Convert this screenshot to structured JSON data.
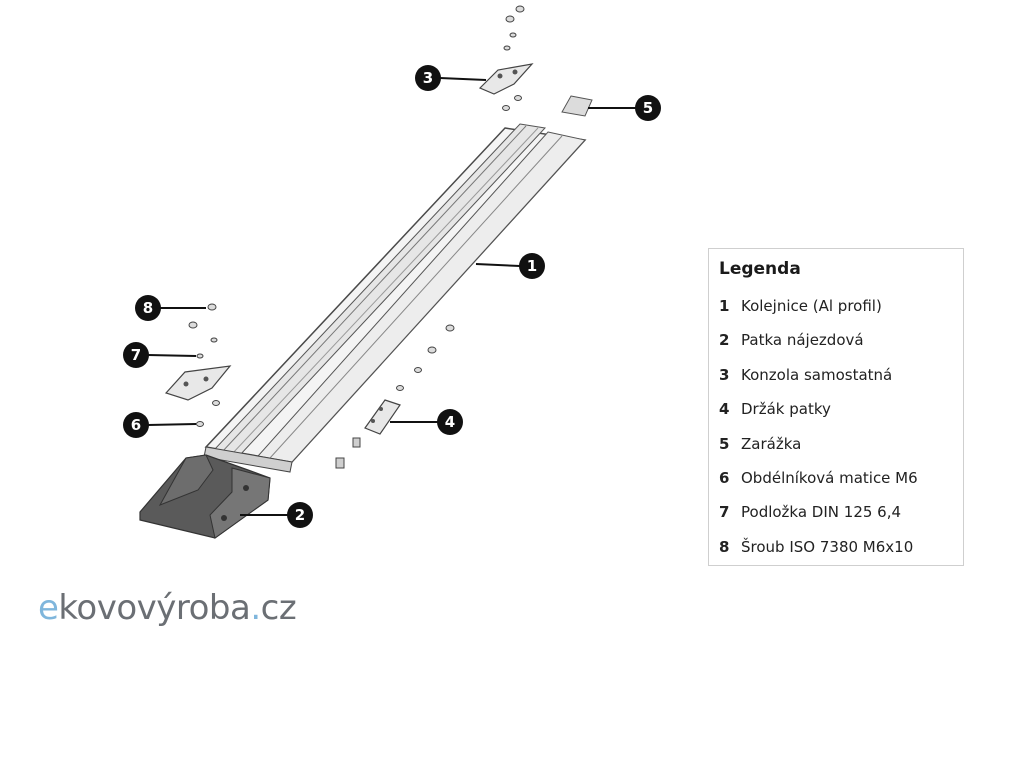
{
  "callouts": [
    "1",
    "2",
    "3",
    "4",
    "5",
    "6",
    "7",
    "8"
  ],
  "legend": {
    "title": "Legenda",
    "items": [
      {
        "num": "1",
        "label": "Kolejnice (Al profil)"
      },
      {
        "num": "2",
        "label": "Patka nájezdová"
      },
      {
        "num": "3",
        "label": "Konzola samostatná"
      },
      {
        "num": "4",
        "label": "Držák patky"
      },
      {
        "num": "5",
        "label": "Zarážka"
      },
      {
        "num": "6",
        "label": "Obdélníková matice M6"
      },
      {
        "num": "7",
        "label": "Podložka DIN 125 6,4"
      },
      {
        "num": "8",
        "label": "Šroub ISO 7380 M6x10"
      }
    ]
  },
  "logo": {
    "part1": "e",
    "part2": "kovovýroba",
    "part3": ".",
    "part4": "cz"
  },
  "colors": {
    "logo_blue": "#7fb6dc",
    "logo_gray": "#6b6f74",
    "callout_fill": "#111111",
    "foot_dark": "#5a5a5a"
  }
}
